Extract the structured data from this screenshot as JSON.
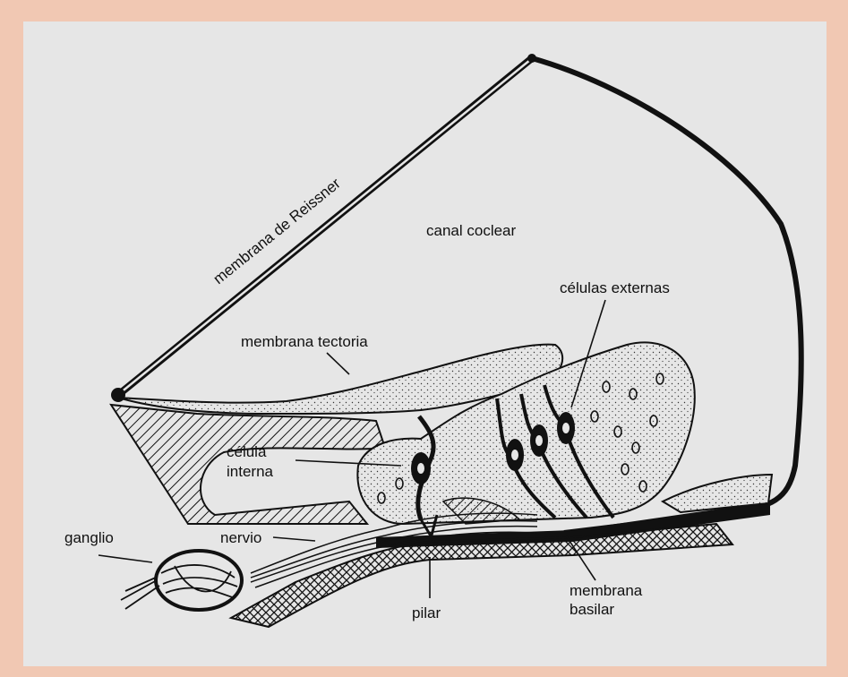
{
  "diagram": {
    "labels": {
      "reissner": "membrana de Reissner",
      "canal": "canal coclear",
      "celulas_externas": "células externas",
      "tectoria": "membrana tectoria",
      "celula_interna_1": "célula",
      "celula_interna_2": "interna",
      "ganglio": "ganglio",
      "nervio": "nervio",
      "pilar": "pilar",
      "basilar_1": "membrana",
      "basilar_2": "basilar"
    },
    "colors": {
      "frame": "#f1c8b3",
      "background": "#e6e6e6",
      "ink": "#111111"
    }
  }
}
